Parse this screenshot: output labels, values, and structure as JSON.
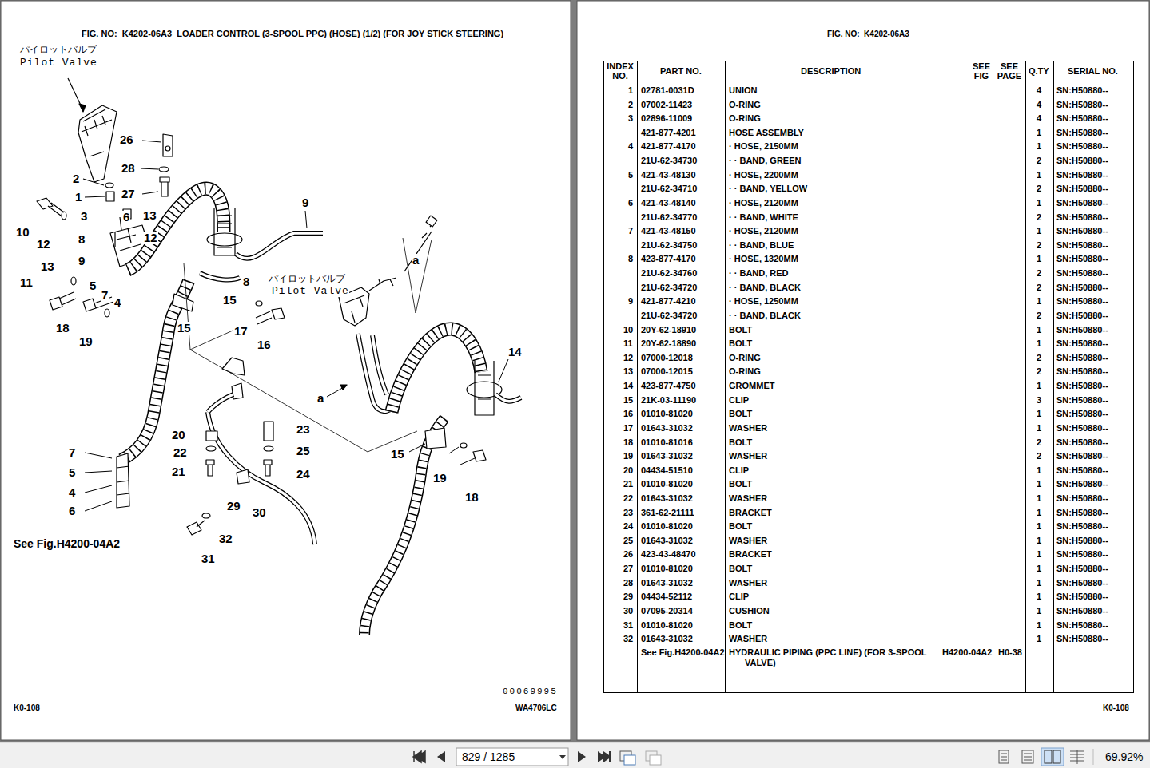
{
  "diagram": {
    "title": "FIG. NO:  K4202-06A3  LOADER CONTROL (3-SPOOL PPC) (HOSE) (1/2) (FOR JOY STICK STEERING)",
    "labels": [
      "パイロットバルブ",
      "Pilot Valve",
      "26",
      "28",
      "2",
      "27",
      "1",
      "9",
      "3",
      "13",
      "6",
      "10",
      "8",
      "12",
      "12",
      "9",
      "13",
      "11",
      "5",
      "7",
      "4",
      "a",
      "8",
      "15",
      "15",
      "18",
      "17",
      "16",
      "19",
      "14",
      "a",
      "20",
      "23",
      "22",
      "25",
      "21",
      "24",
      "7",
      "5",
      "4",
      "6",
      "29",
      "30",
      "15",
      "19",
      "18",
      "32",
      "31",
      "パイロットバルブ",
      "Pilot Valve",
      "See Fig.H4200-04A2",
      "00069995",
      "K0-108",
      "WA4706LC",
      "FIG. NO:  K4202-06A3",
      "INDEX NO.",
      "PART NO.",
      "DESCRIPTION",
      "SEE FIG",
      "SEE PAGE",
      "Q.TY",
      "SERIAL NO.",
      "1",
      "02781-0031D",
      "UNION",
      "4",
      "SN:H50880--",
      "2",
      "07002-11423",
      "O-RING",
      "4",
      "SN:H50880--",
      "3",
      "02896-11009",
      "O-RING",
      "4",
      "SN:H50880--",
      "421-877-4201",
      "HOSE ASSEMBLY",
      "1",
      "SN:H50880--",
      "4",
      "421-877-4170",
      "· HOSE, 2150MM",
      "1",
      "SN:H50880--",
      "21U-62-34730",
      "· · BAND, GREEN",
      "2",
      "SN:H50880--",
      "5",
      "421-43-48130",
      "· HOSE, 2200MM",
      "1",
      "SN:H50880--",
      "21U-62-34710",
      "· · BAND, YELLOW",
      "2",
      "SN:H50880--",
      "6",
      "421-43-48140",
      "· HOSE, 2120MM",
      "1",
      "SN:H50880--",
      "21U-62-34770",
      "· · BAND, WHITE",
      "2",
      "SN:H50880--",
      "7",
      "421-43-48150",
      "· HOSE, 2120MM",
      "1",
      "SN:H50880--",
      "21U-62-34750",
      "· · BAND, BLUE",
      "2",
      "SN:H50880--",
      "8",
      "423-877-4170",
      "· HOSE, 1320MM",
      "1",
      "SN:H50880--",
      "21U-62-34760",
      "· · BAND, RED",
      "2",
      "SN:H50880--",
      "21U-62-34720",
      "· · BAND, BLACK",
      "2",
      "SN:H50880--",
      "9",
      "421-877-4210",
      "· HOSE, 1250MM",
      "1",
      "SN:H50880--",
      "21U-62-34720",
      "· · BAND, BLACK",
      "2",
      "SN:H50880--",
      "10",
      "20Y-62-18910",
      "BOLT",
      "1",
      "SN:H50880--",
      "11",
      "20Y-62-18890",
      "BOLT",
      "1",
      "SN:H50880--",
      "12",
      "07000-12018",
      "O-RING",
      "2",
      "SN:H50880--",
      "13",
      "07000-12015",
      "O-RING",
      "2",
      "SN:H50880--",
      "14",
      "423-877-4750",
      "GROMMET",
      "1",
      "SN:H50880--",
      "15",
      "21K-03-11190",
      "CLIP",
      "3",
      "SN:H50880--",
      "16",
      "01010-81020",
      "BOLT",
      "1",
      "SN:H50880--",
      "17",
      "01643-31032",
      "WASHER",
      "1",
      "SN:H50880--",
      "18",
      "01010-81016",
      "BOLT",
      "2",
      "SN:H50880--",
      "19",
      "01643-31032",
      "WASHER",
      "2",
      "SN:H50880--",
      "20",
      "04434-51510",
      "CLIP",
      "1",
      "SN:H50880--",
      "21",
      "01010-81020",
      "BOLT",
      "1",
      "SN:H50880--",
      "22",
      "01643-31032",
      "WASHER",
      "1",
      "SN:H50880--",
      "23",
      "361-62-21111",
      "BRACKET",
      "1",
      "SN:H50880--",
      "24",
      "01010-81020",
      "BOLT",
      "1",
      "SN:H50880--",
      "25",
      "01643-31032",
      "WASHER",
      "1",
      "SN:H50880--",
      "26",
      "423-43-48470",
      "BRACKET",
      "1",
      "SN:H50880--",
      "27",
      "01010-81020",
      "BOLT",
      "1",
      "SN:H50880--",
      "28",
      "01643-31032",
      "WASHER",
      "1",
      "SN:H50880--",
      "29",
      "04434-52112",
      "CLIP",
      "1",
      "SN:H50880--",
      "30",
      "07095-20314",
      "CUSHION",
      "1",
      "SN:H50880--",
      "31",
      "01010-81020",
      "BOLT",
      "1",
      "SN:H50880--",
      "32",
      "01643-31032",
      "WASHER",
      "1",
      "SN:H50880--",
      "See Fig.H4200-04A2",
      "HYDRAULIC PIPING (PPC LINE) (FOR 3-SPOOL VALVE)",
      "H4200-04A2",
      "H0-38",
      "K0-108",
      "829 / 1285",
      "69.92%"
    ]
  }
}
